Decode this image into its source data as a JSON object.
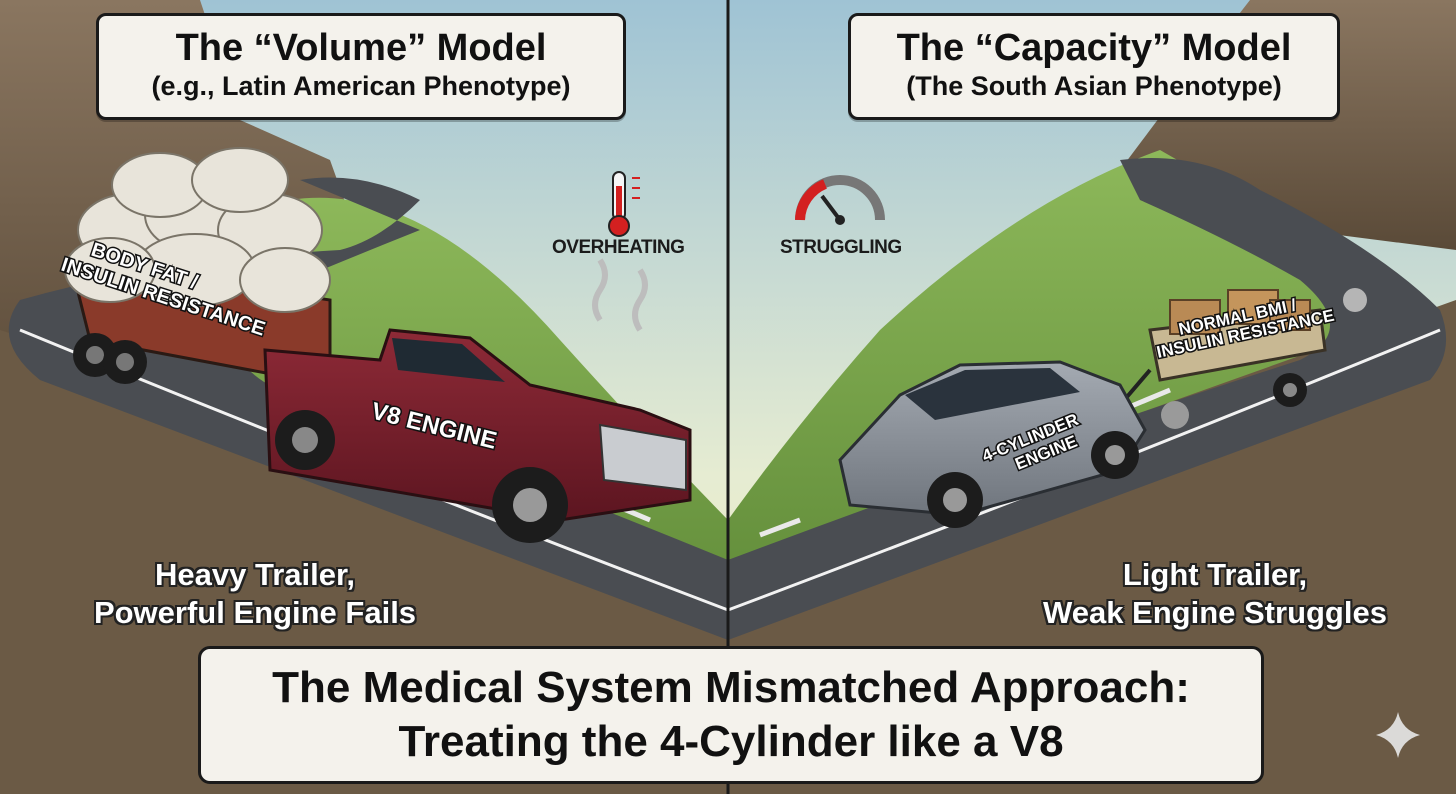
{
  "left_panel": {
    "title": "The “Volume” Model",
    "subtitle": "(e.g., Latin American Phenotype)",
    "indicator": "OVERHEATING",
    "trailer_label_line1": "BODY FAT /",
    "trailer_label_line2": "INSULIN RESISTANCE",
    "engine_label": "V8 ENGINE",
    "caption_line1": "Heavy Trailer,",
    "caption_line2": "Powerful Engine Fails"
  },
  "right_panel": {
    "title": "The “Capacity” Model",
    "subtitle": "(The South Asian Phenotype)",
    "indicator": "STRUGGLING",
    "trailer_label_line1": "NORMAL BMI /",
    "trailer_label_line2": "INSULIN RESISTANCE",
    "engine_label_line1": "4-CYLINDER",
    "engine_label_line2": "ENGINE",
    "caption_line1": "Light Trailer,",
    "caption_line2": "Weak Engine Struggles"
  },
  "bottom_banner": {
    "line1": "The Medical System Mismatched Approach:",
    "line2": "Treating the 4-Cylinder like a V8"
  },
  "icons": {
    "thermometer": "thermometer-icon",
    "gauge": "speedometer-gauge-icon",
    "sparkle": "sparkle-icon"
  },
  "colors": {
    "truck": "#7a1f2b",
    "car": "#8a9098",
    "sky": "#cfe3e6",
    "hill": "#6f9a3e",
    "rock": "#6b5a45",
    "road": "#4a4d52"
  }
}
